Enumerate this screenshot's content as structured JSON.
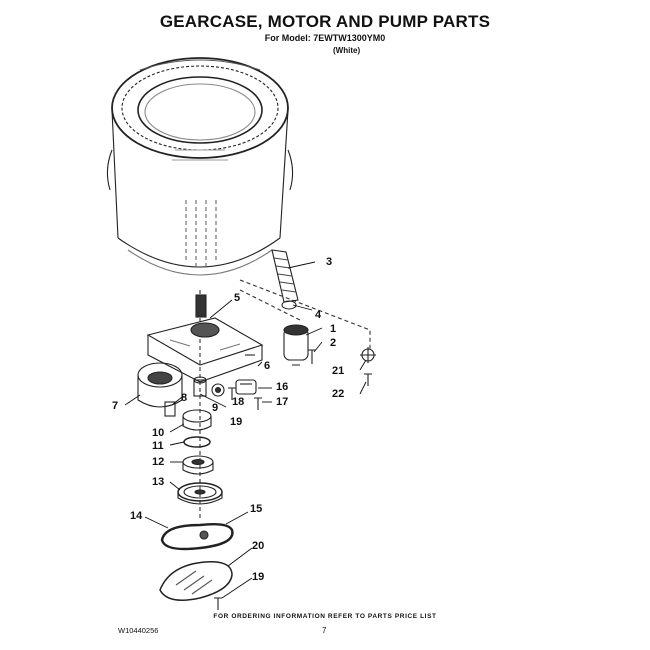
{
  "header": {
    "title": "GEARCASE, MOTOR AND PUMP PARTS",
    "model": "For Model: 7EWTW1300YM0",
    "color": "(White)"
  },
  "callouts": {
    "c1": "1",
    "c2": "2",
    "c3": "3",
    "c4": "4",
    "c5": "5",
    "c6": "6",
    "c7": "7",
    "c8": "8",
    "c9": "9",
    "c10": "10",
    "c11": "11",
    "c12": "12",
    "c13": "13",
    "c14": "14",
    "c15": "15",
    "c16": "16",
    "c17": "17",
    "c18": "18",
    "c19a": "19",
    "c19b": "19",
    "c20": "20",
    "c21": "21",
    "c22": "22"
  },
  "footer": {
    "note": "FOR ORDERING INFORMATION REFER TO PARTS PRICE LIST",
    "doc_number": "W10440256",
    "page_number": "7"
  }
}
